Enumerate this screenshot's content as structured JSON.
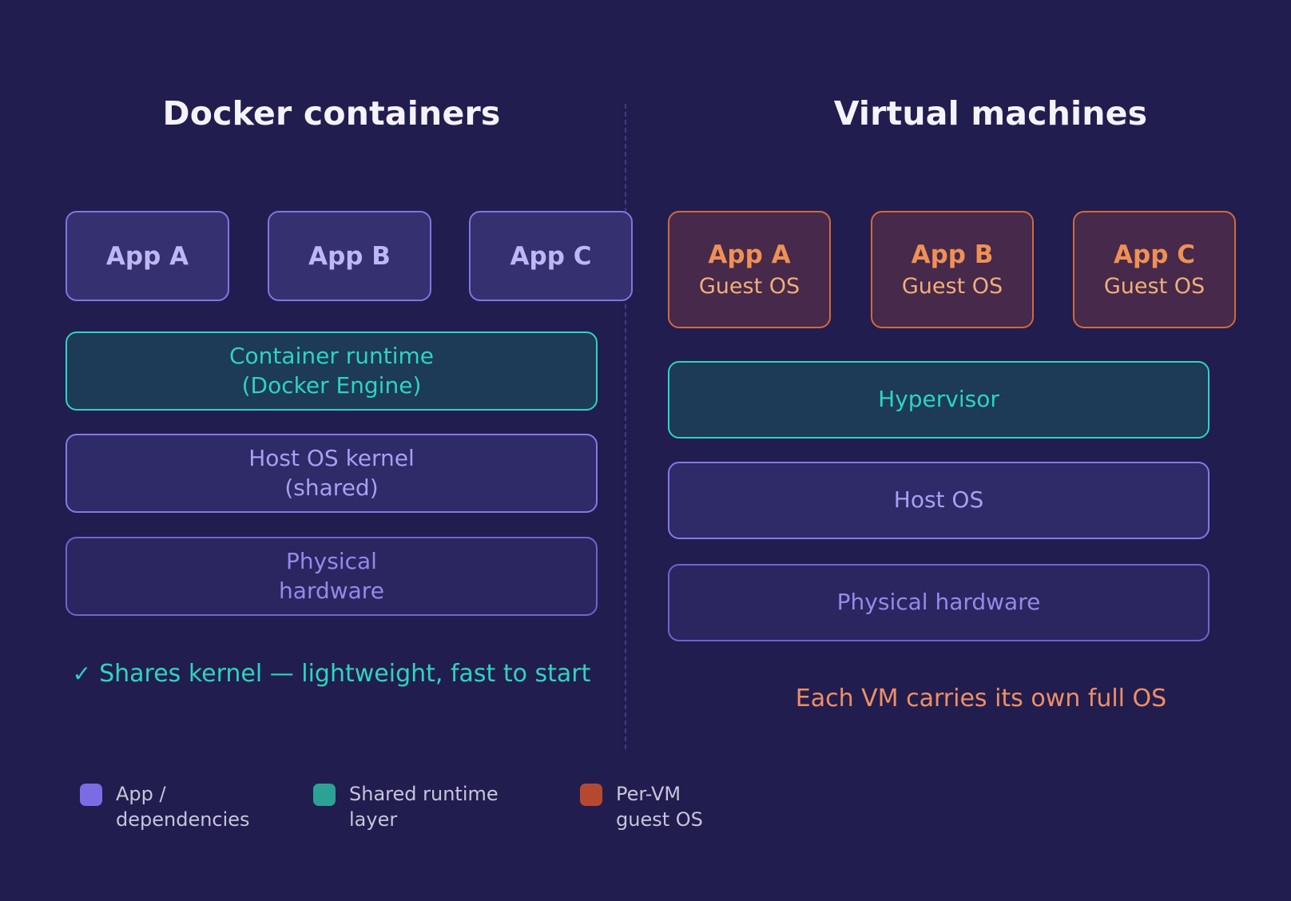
{
  "left": {
    "title": "Docker containers",
    "apps": [
      "App A",
      "App B",
      "App C"
    ],
    "runtime": {
      "line1": "Container runtime",
      "line2": "(Docker Engine)"
    },
    "kernel": {
      "line1": "Host OS kernel",
      "line2": "(shared)"
    },
    "hardware": {
      "line1": "Physical",
      "line2": "hardware"
    },
    "note": "Shares kernel — lightweight, fast to start"
  },
  "right": {
    "title": "Virtual machines",
    "vms": [
      {
        "app": "App A",
        "os": "Guest OS"
      },
      {
        "app": "App B",
        "os": "Guest OS"
      },
      {
        "app": "App C",
        "os": "Guest OS"
      }
    ],
    "hypervisor": "Hypervisor",
    "host_os": "Host OS",
    "hardware": "Physical hardware",
    "note": "Each VM carries its own full OS"
  },
  "legend": [
    {
      "label": "App / dependencies",
      "color": "#7b6ce4"
    },
    {
      "label": "Shared runtime layer",
      "color": "#2ba294"
    },
    {
      "label": "Per-VM guest OS",
      "color": "#b5492f"
    }
  ],
  "icons": {
    "check": "✓"
  },
  "colors": {
    "background": "#221d4f",
    "title_text": "#f4f3fb",
    "app_border": "#8274e2",
    "app_text": "#bfb7f5",
    "teal_accent": "#2dd4bf",
    "purple_accent": "#8578e8",
    "purple_text": "#a89ff2",
    "dim_purple_text": "#948ae9",
    "vm_border": "#d06a3c",
    "vm_app_text": "#ef9054",
    "vm_os_text": "#f2ae77",
    "orange_note": "#ef8f63",
    "legend_text": "#c7c4da"
  }
}
